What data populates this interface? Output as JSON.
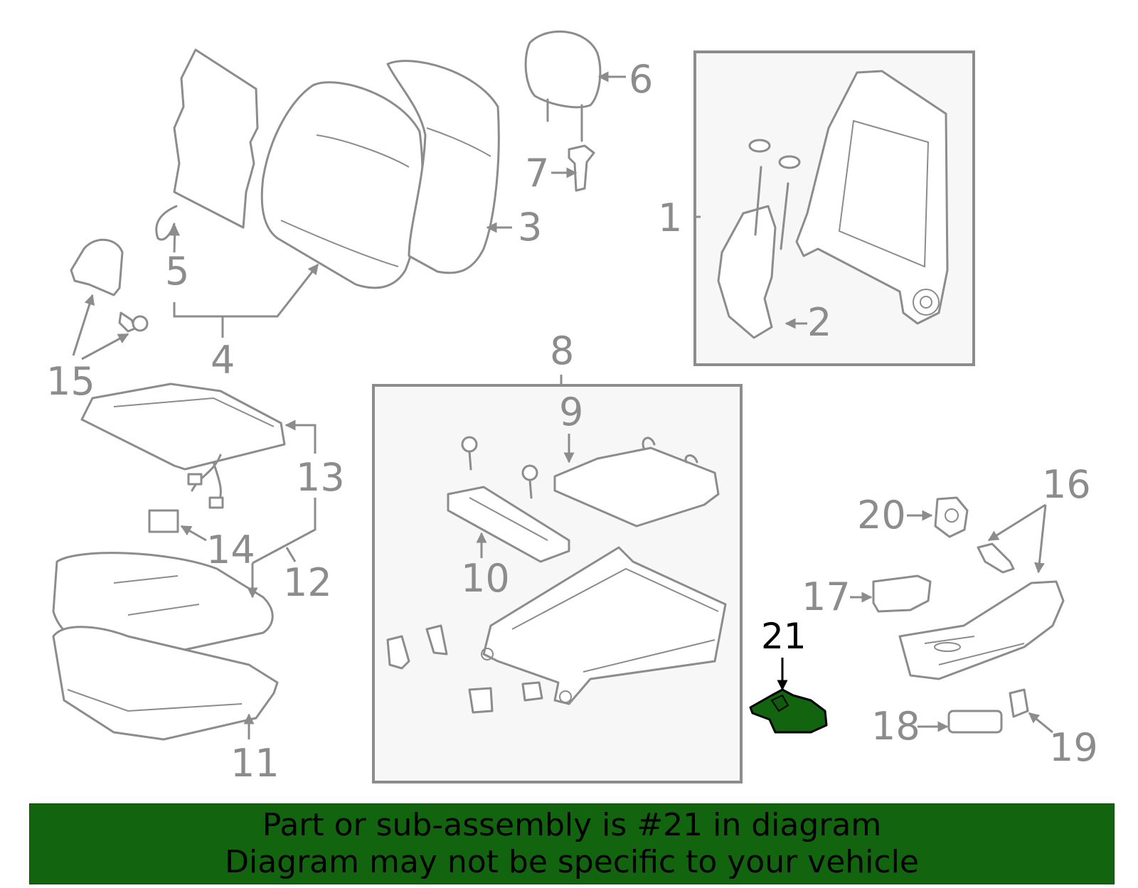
{
  "callouts": {
    "c1": "1",
    "c2": "2",
    "c3": "3",
    "c4": "4",
    "c5": "5",
    "c6": "6",
    "c7": "7",
    "c8": "8",
    "c9": "9",
    "c10": "10",
    "c11": "11",
    "c12": "12",
    "c13": "13",
    "c14": "14",
    "c15": "15",
    "c16": "16",
    "c17": "17",
    "c18": "18",
    "c19": "19",
    "c20": "20",
    "c21": "21"
  },
  "highlighted_part": "21",
  "banner": {
    "line1": "Part or sub-assembly is #21 in diagram",
    "line2": "Diagram may not be specific to your vehicle"
  },
  "colors": {
    "line_art": "#8c8c8c",
    "highlight_fill": "#12650e",
    "banner_background": "#12650e",
    "text_highlight": "#000000"
  }
}
